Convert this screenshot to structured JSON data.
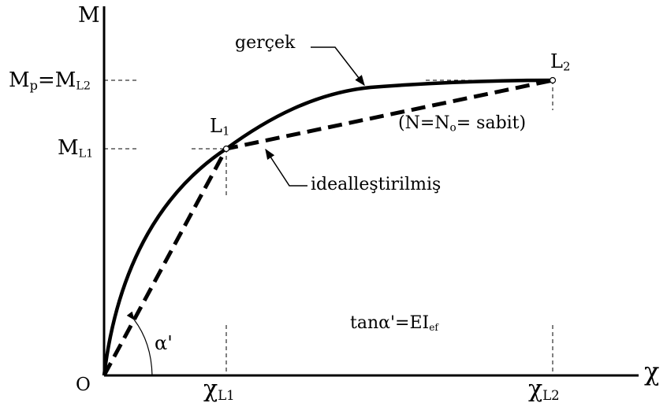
{
  "axes": {
    "y_label": "M",
    "x_label": "χ",
    "origin_label": "O"
  },
  "y_ticks": {
    "mp_main": "M",
    "mp_sub": "p",
    "mp_eq": "=M",
    "mp_eq_sub": "L2",
    "ml1_main": "M",
    "ml1_sub": "L1"
  },
  "x_ticks": {
    "xl1_main": "χ",
    "xl1_sub": "L1",
    "xl2_main": "χ",
    "xl2_sub": "L2"
  },
  "points": {
    "l1_main": "L",
    "l1_sub": "1",
    "l2_main": "L",
    "l2_sub": "2"
  },
  "annotations": {
    "gercek": "gerçek",
    "idealized": "idealleştirilmiş",
    "condition_pre": "(N=N",
    "condition_sub": "o",
    "condition_post": "= sabit)",
    "angle": "α'",
    "tan_pre": "tanα'=EI",
    "tan_sub": "ef"
  },
  "colors": {
    "line": "#000000",
    "background": "#ffffff"
  }
}
